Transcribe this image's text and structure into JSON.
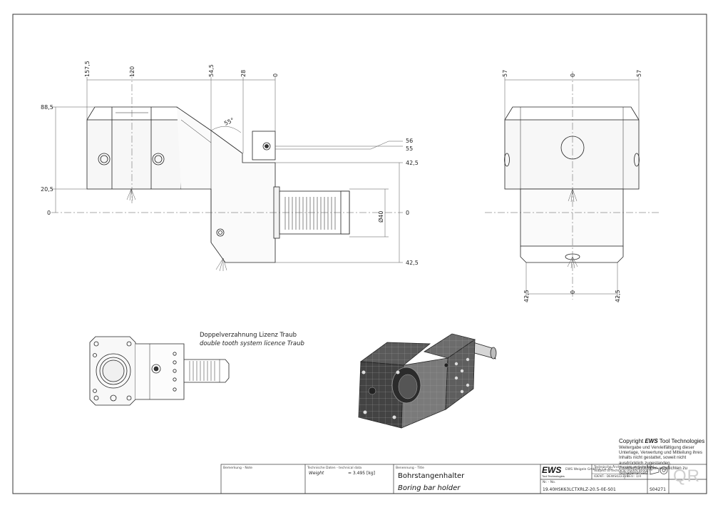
{
  "side_view": {
    "dims_top": [
      "157,5",
      "120",
      "54,5",
      "28",
      "0"
    ],
    "dims_left": [
      "88,5",
      "20,5",
      "0"
    ],
    "dims_right": [
      "56",
      "55",
      "42,5",
      "0",
      "42,5"
    ],
    "angle": "55°",
    "diameter": "Ø40"
  },
  "front_view": {
    "dims_top": [
      "57",
      "0",
      "57"
    ],
    "dims_bottom": [
      "42,5",
      "0",
      "42,5"
    ]
  },
  "note": {
    "line_de": "Doppelverzahnung Lizenz Traub",
    "line_en": "double tooth system licence Traub"
  },
  "copyright": {
    "prefix": "Copyright",
    "brand": "EWS",
    "suffix": "Tool Technologies",
    "body": "Weitergabe und Vervielfältigung dieser Unterlage, Verwertung und Mitteilung ihres Inhalts nicht gestattet, soweit nicht ausdrücklich zugestanden. Zuwiderhandlungen verpflichten zu Schadenersatz."
  },
  "title_block": {
    "field1_label": "Bemerkung - Note",
    "tech_label": "Technische Daten - technical data",
    "weight_label": "Weight",
    "weight_value": "= 3.495 [kg]",
    "name_label": "Benennung - Title",
    "title_de": "Bohrstangenhalter",
    "title_en": "Boring bar holder",
    "logo": "EWS",
    "logo_sub": "Tool Technologies",
    "company_text": "EWS Weigele GmbH & Co. KG",
    "changes_de": "Technische Änderungen vorbehalten!",
    "changes_en": "Subject to technical modifications!",
    "ident": "IDENT.: DEWS022315",
    "rev": "REV.: 1/4",
    "part_label": "Nr. - No.",
    "part_number": "19.40HSK63LCTXRLZ-20.5-0E-S01",
    "sheet_code": "S04271",
    "qr": "QR"
  }
}
